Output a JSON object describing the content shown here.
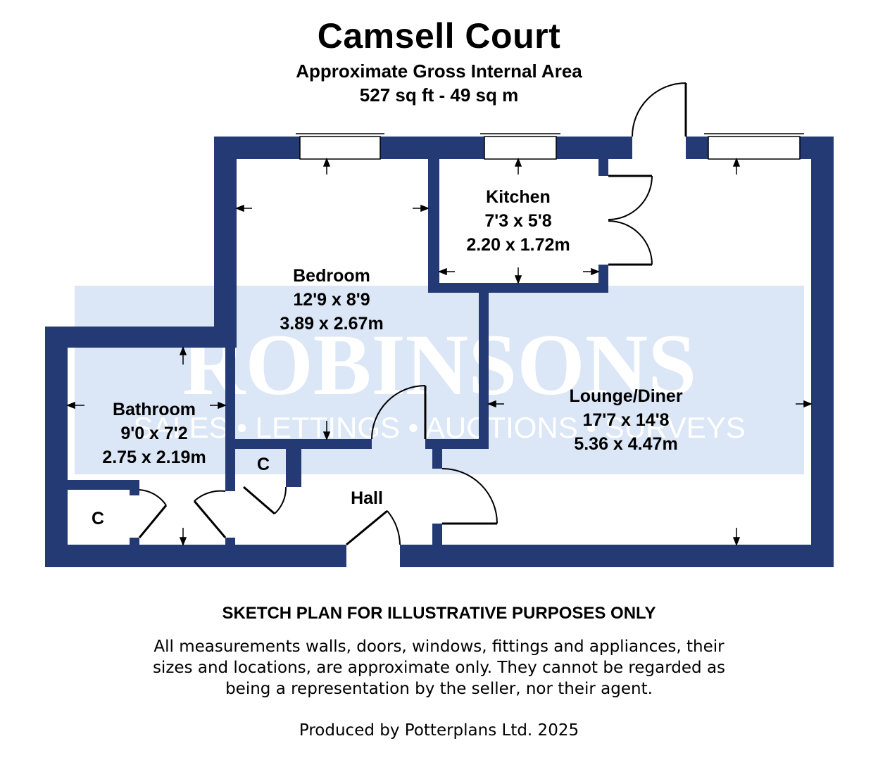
{
  "header": {
    "title": "Camsell Court",
    "subtitle": "Approximate Gross Internal Area",
    "area": "527 sq ft - 49 sq m"
  },
  "watermark": {
    "brand": "ROBINSONS",
    "tagline": "SALES • LETTINGS • AUCTIONS • SURVEYS",
    "color": "#dbe6f6"
  },
  "colors": {
    "wall": "#243a74",
    "door_line": "#000000"
  },
  "rooms": {
    "kitchen": {
      "name": "Kitchen",
      "imperial": "7'3 x 5'8",
      "metric": "2.20 x 1.72m"
    },
    "bedroom": {
      "name": "Bedroom",
      "imperial": "12'9 x 8'9",
      "metric": "3.89 x 2.67m"
    },
    "bathroom": {
      "name": "Bathroom",
      "imperial": "9'0 x 7'2",
      "metric": "2.75 x 2.19m"
    },
    "lounge": {
      "name": "Lounge/Diner",
      "imperial": "17'7 x 14'8",
      "metric": "5.36 x 4.47m"
    },
    "hall": {
      "name": "Hall"
    },
    "cupboard_1": {
      "name": "C"
    },
    "cupboard_2": {
      "name": "C"
    }
  },
  "footer": {
    "heading": "SKETCH PLAN FOR ILLUSTRATIVE PURPOSES ONLY",
    "line1": "All measurements walls, doors, windows, fittings and appliances, their",
    "line2": "sizes and locations, are approximate only. They cannot be regarded as",
    "line3": "being a representation by the seller, nor their agent.",
    "produced_by": "Produced by Potterplans Ltd. 2025"
  }
}
